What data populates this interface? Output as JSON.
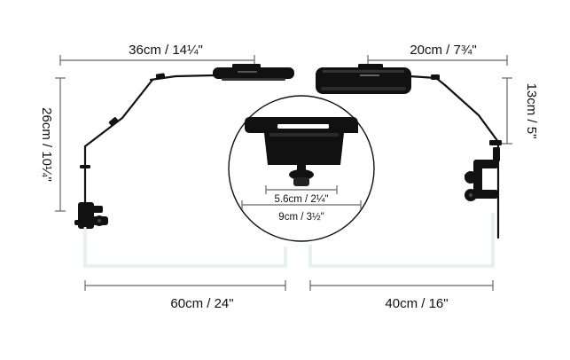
{
  "left_unit": {
    "arm_length_label": "36cm / 14¼\"",
    "height_label": "26cm / 10¼\"",
    "tank_length_label": "60cm / 24\""
  },
  "right_unit": {
    "arm_length_label": "20cm / 7¾\"",
    "height_label": "13cm / 5\"",
    "tank_length_label": "40cm / 16\""
  },
  "detail": {
    "clamp_inner_label": "5.6cm / 2¼\"",
    "clamp_outer_label": "9cm / 3½\""
  },
  "colors": {
    "hardware": "#111111",
    "glass": "#cfe3e1",
    "dimension_line": "#666666"
  }
}
